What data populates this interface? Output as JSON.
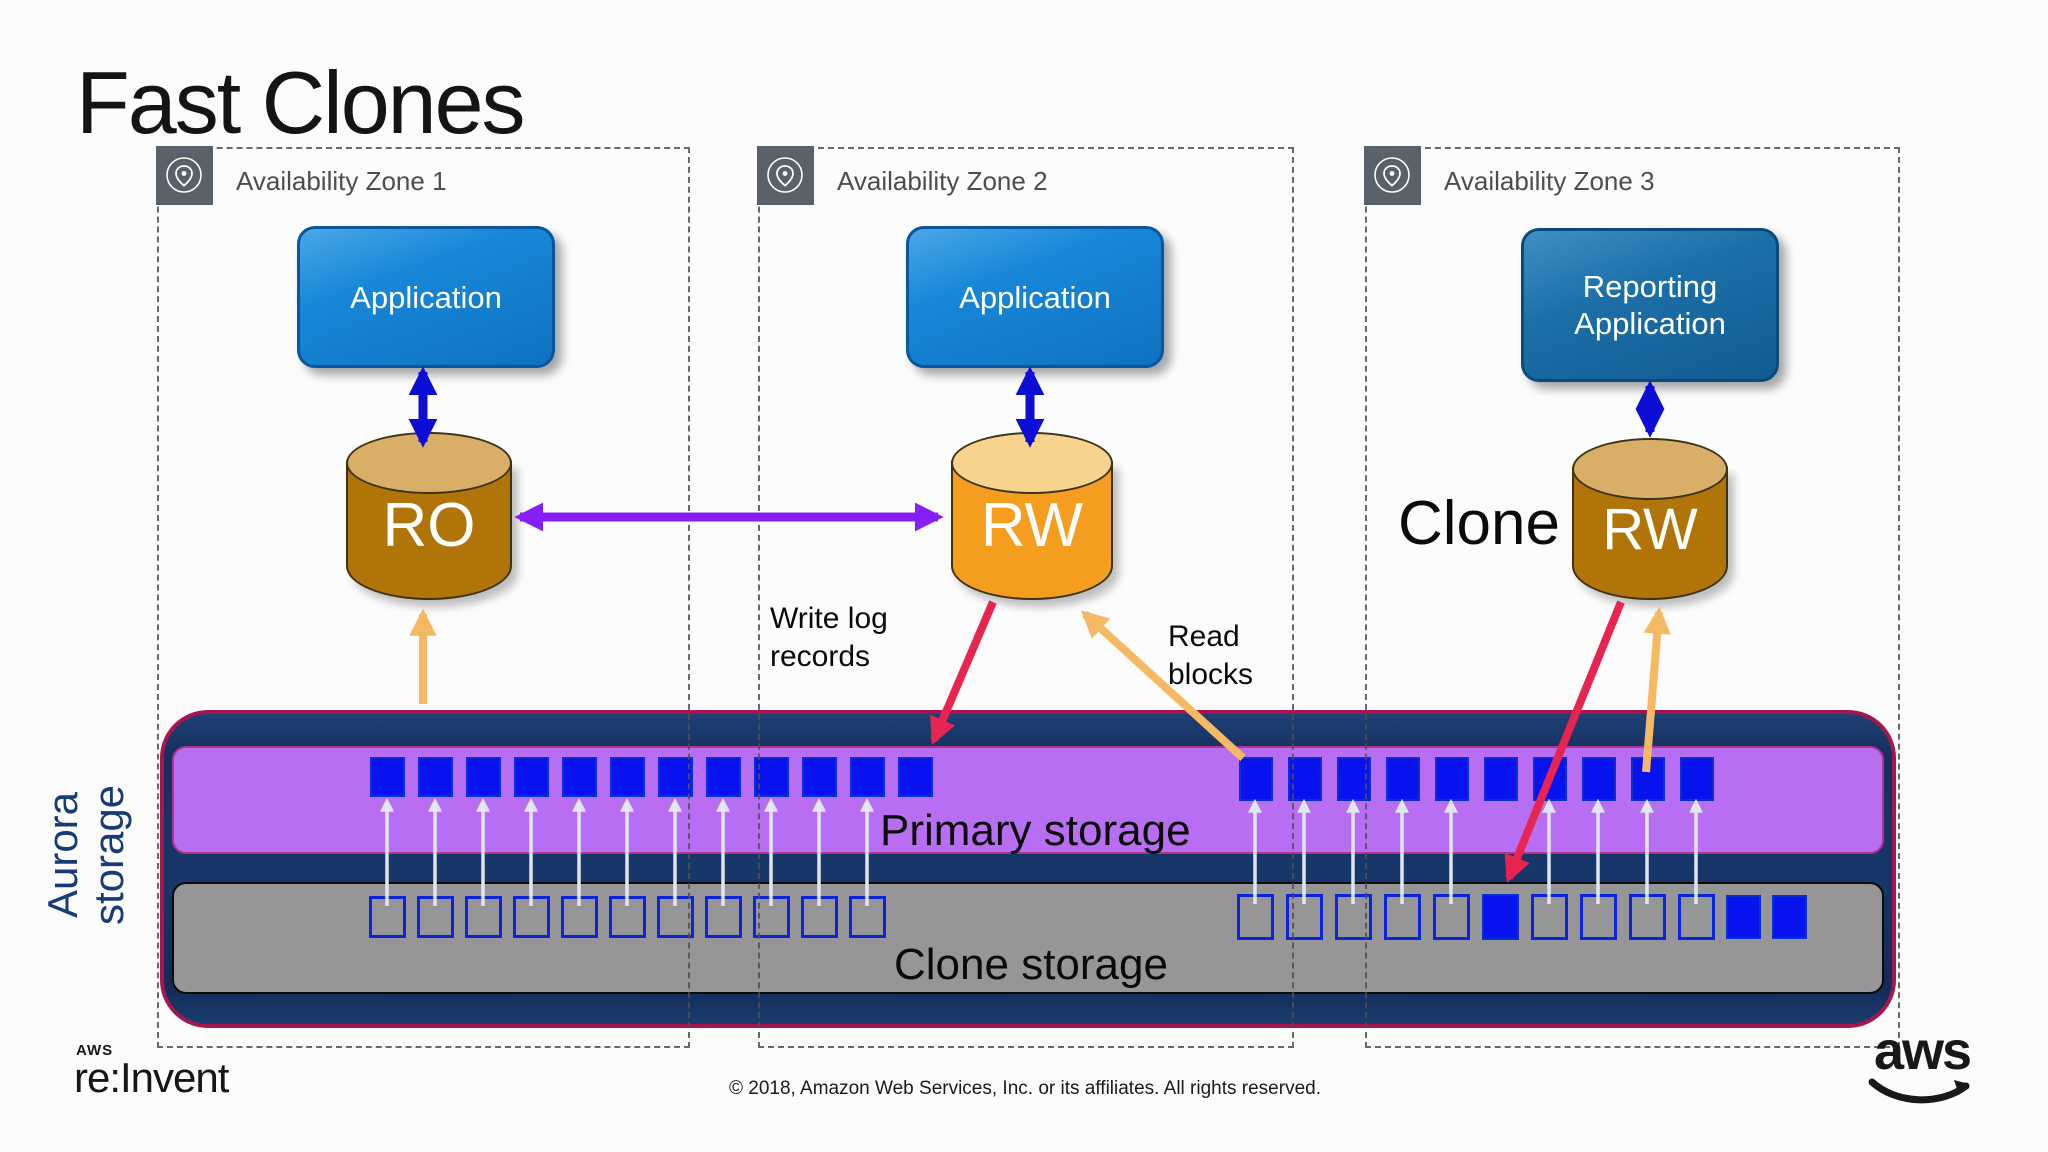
{
  "title": "Fast Clones",
  "zones": [
    {
      "label": "Availability Zone 1",
      "app": "Application",
      "db": "RO"
    },
    {
      "label": "Availability Zone 2",
      "app": "Application",
      "db": "RW"
    },
    {
      "label": "Availability Zone 3",
      "app": "Reporting Application",
      "db": "RW",
      "db_prefix": "Clone"
    }
  ],
  "annotations": {
    "write_log_line1": "Write log",
    "write_log_line2": "records",
    "read_blocks_line1": "Read",
    "read_blocks_line2": "blocks"
  },
  "storage": {
    "side_label_line1": "Aurora",
    "side_label_line2": "storage",
    "primary_label": "Primary storage",
    "clone_label": "Clone storage",
    "primary_left_blocks": 12,
    "primary_right_blocks": 10,
    "clone_left_blocks": 11,
    "clone_right_blocks": 10,
    "clone_right_filled_index": 5,
    "clone_extra_filled_blocks": 2
  },
  "footer": {
    "logo_top": "AWS",
    "logo_main": "re:Invent",
    "copyright": "© 2018, Amazon Web Services, Inc. or its affiliates. All rights reserved.",
    "aws_logo": "aws"
  },
  "colors": {
    "primary_bar": "#B76EF2",
    "clone_bar": "#969696",
    "container": "#17376B",
    "container_border": "#A6164E",
    "block_blue": "#0713EF",
    "arrow_blue": "#0D0DD6",
    "arrow_purple": "#851FF5",
    "arrow_orange": "#F5B963",
    "arrow_red": "#E82450",
    "arrow_white": "#E2E5F4"
  }
}
